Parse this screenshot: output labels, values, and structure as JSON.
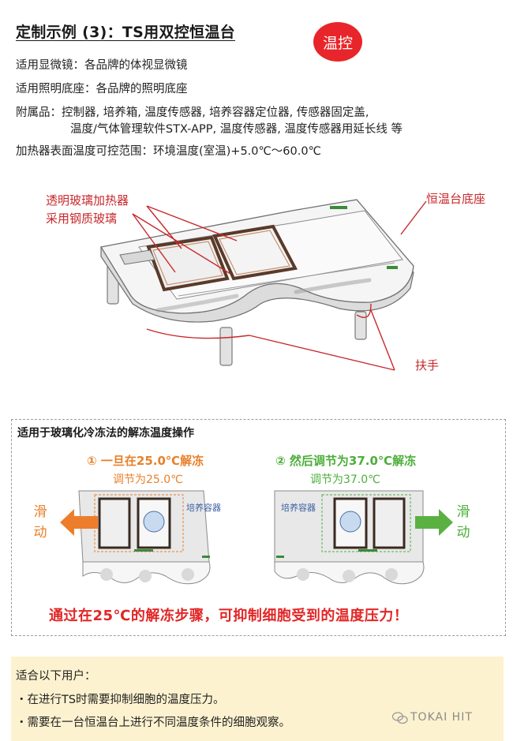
{
  "header": {
    "title": "定制示例 (3)：TS用双控恒温台",
    "badge": "温控"
  },
  "specs": {
    "microscope": "适用显微镜：各品牌的体视显微镜",
    "base": "适用照明底座：各品牌的照明底座",
    "accessories_1": "附属品：控制器, 培养箱, 温度传感器, 培养容器定位器, 传感器固定盖,",
    "accessories_2": "温度/气体管理软件STX-APP, 温度传感器, 温度传感器用延长线 等",
    "range": "加热器表面温度可控范围：环境温度(室温)+5.0℃～60.0℃"
  },
  "diagram": {
    "label_glass_heater": "透明玻璃加热器",
    "label_tempered_glass": "采用钢质玻璃",
    "label_stage_base": "恒温台底座",
    "label_handle": "扶手"
  },
  "operation_box": {
    "title": "适用于玻璃化冷冻法的解冻温度操作",
    "step1_title": "① 一旦在25.0℃解冻",
    "step1_sub": "调节为25.0℃",
    "step2_title": "② 然后调节为37.0℃解冻",
    "step2_sub": "调节为37.0℃",
    "slide_left": "滑动",
    "slide_right": "滑动",
    "container_label_left": "培养容器",
    "container_label_right": "培养容器",
    "conclusion": "通过在25℃的解冻步骤，可抑制细胞受到的温度压力！"
  },
  "users_box": {
    "title": "适合以下用户：",
    "item1": "・在进行TS时需要抑制细胞的温度压力。",
    "item2": "・需要在一台恒温台上进行不同温度条件的细胞观察。"
  },
  "watermark": {
    "brand": "TOKAI HIT"
  },
  "colors": {
    "badge": "#e8252a",
    "step1": "#e8802a",
    "step2": "#4caf3a",
    "alert": "#e32525",
    "highlight_bg": "#fdf2cf"
  }
}
